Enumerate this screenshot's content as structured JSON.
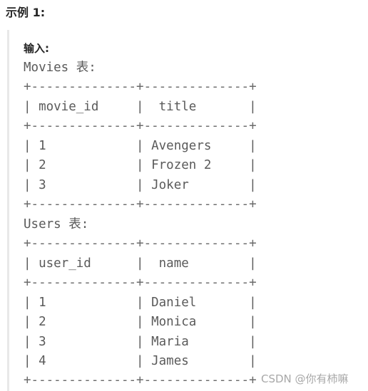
{
  "heading": "示例 1:",
  "input_label": "输入:",
  "movies_caption": "Movies 表:",
  "movies_border": "+--------------+--------------+",
  "movies_header": "| movie_id     |  title       |",
  "movies_rows": [
    "| 1            | Avengers     |",
    "| 2            | Frozen 2     |",
    "| 3            | Joker        |"
  ],
  "users_caption": "Users 表:",
  "users_border": "+--------------+--------------+",
  "users_header": "| user_id      |  name        |",
  "users_rows": [
    "| 1            | Daniel       |",
    "| 2            | Monica       |",
    "| 3            | Maria        |",
    "| 4            | James        |"
  ],
  "watermark": "CSDN @你有柿嘛"
}
